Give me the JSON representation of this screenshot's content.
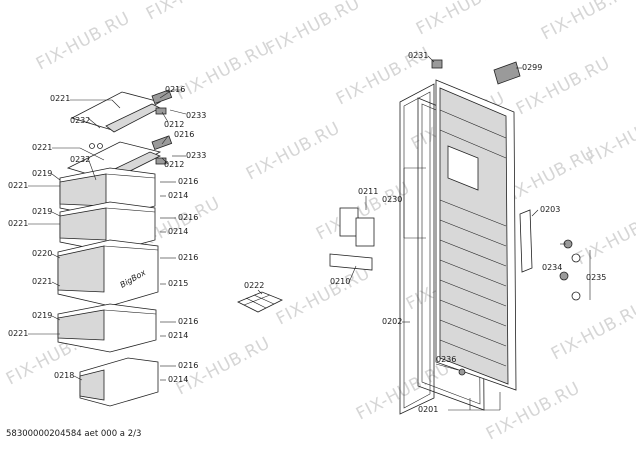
{
  "watermark": {
    "text": "FIX-HUB.RU"
  },
  "labels": {
    "l0221a": "0221",
    "l0232a": "0232",
    "l0216a": "0216",
    "l0233a": "0233",
    "l0212a": "0212",
    "l0221b": "0221",
    "l0232b": "0232",
    "l0216b": "0216",
    "l0233b": "0233",
    "l0212b": "0212",
    "l0221c": "0221",
    "l0219a": "0219",
    "l0216c": "0216",
    "l0214a": "0214",
    "l0219b": "0219",
    "l0221d": "0221",
    "l0216d": "0216",
    "l0214b": "0214",
    "l0220": "0220",
    "l0221e": "0221",
    "l0216e": "0216",
    "l0215": "0215",
    "l0219c": "0219",
    "l0216f": "0216",
    "l0221f": "0221",
    "l0214c": "0214",
    "l0216g": "0216",
    "l0218": "0218",
    "l0214d": "0214",
    "l0222": "0222",
    "l0231": "0231",
    "l0299": "0299",
    "l0211": "0211",
    "l0230": "0230",
    "l0210": "0210",
    "l0203": "0203",
    "l0234": "0234",
    "l0235": "0235",
    "l0202": "0202",
    "l0236": "0236",
    "l0201": "0201"
  },
  "drawer_brand": "BigBox",
  "footer": {
    "code": "58300000204584 aet 000 a 2/3"
  }
}
